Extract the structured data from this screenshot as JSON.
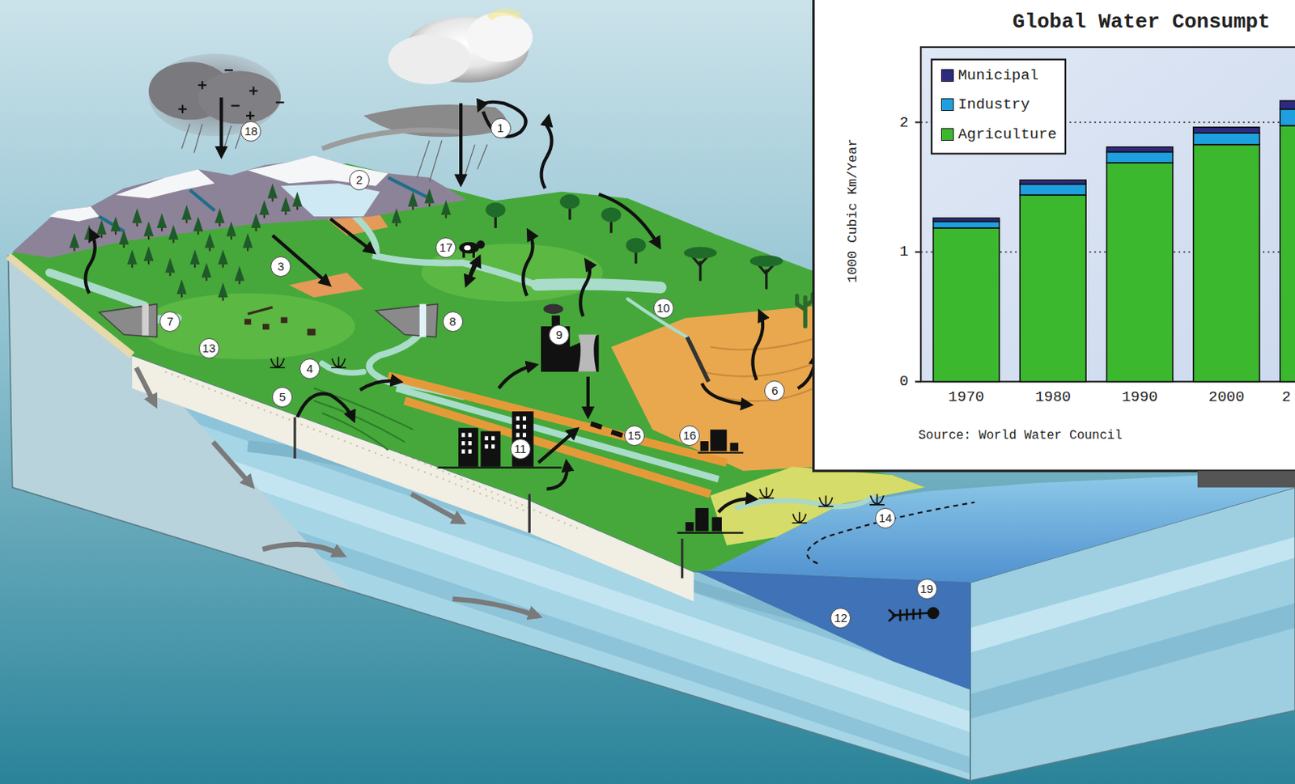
{
  "diagram": {
    "title": "Global Water Consumpt",
    "labels": [
      "1",
      "2",
      "3",
      "4",
      "5",
      "6",
      "7",
      "8",
      "9",
      "10",
      "11",
      "12",
      "13",
      "14",
      "15",
      "16",
      "17",
      "18",
      "19",
      "2",
      "1",
      "0",
      "1000 Cubic Km/Year",
      "1970",
      "1980",
      "1990",
      "2000",
      "2",
      "Source: World Water Council"
    ],
    "legend": [
      {
        "text": "Municipal",
        "color": "#2e2a80"
      },
      {
        "text": "Industry",
        "color": "#1ea0e0"
      },
      {
        "text": "Agriculture",
        "color": "#3cb82e"
      }
    ]
  }
}
